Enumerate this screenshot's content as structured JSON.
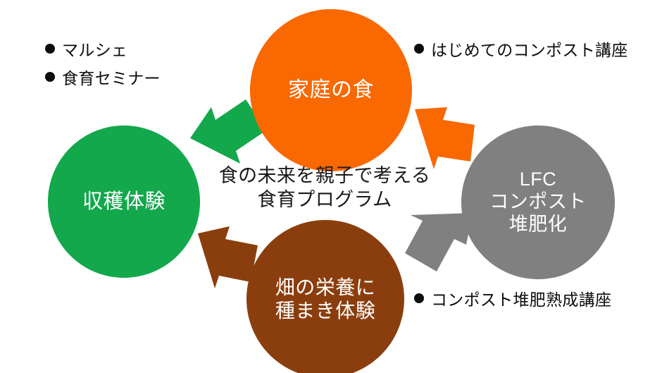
{
  "diagram": {
    "title_caption": {
      "lines": [
        "食の未来を親子で考える",
        "食育プログラム"
      ]
    },
    "colors": {
      "orange": "#FA6800",
      "green": "#12A84B",
      "gray": "#808080",
      "brown": "#8B3E0D",
      "text_dark": "#0d0d0d",
      "background": "#FFFFFF"
    },
    "nodes": [
      {
        "id": "home-food",
        "lines": [
          "家庭の食"
        ],
        "color": "#FA6800"
      },
      {
        "id": "lfc-compost",
        "lines": [
          "LFC",
          "コンポスト",
          "堆肥化"
        ],
        "color": "#808080"
      },
      {
        "id": "field-nutrition",
        "lines": [
          "畑の栄養に",
          "種まき体験"
        ],
        "color": "#8B3E0D"
      },
      {
        "id": "harvest-experience",
        "lines": [
          "収穫体験"
        ],
        "color": "#12A84B"
      }
    ],
    "arrows": [
      {
        "id": "arrow-home-to-compost",
        "color": "#FA6800",
        "direction": "down-right"
      },
      {
        "id": "arrow-compost-to-field",
        "color": "#808080",
        "direction": "down-left"
      },
      {
        "id": "arrow-field-to-harvest",
        "color": "#8B3E0D",
        "direction": "up-left"
      },
      {
        "id": "arrow-harvest-to-home",
        "color": "#12A84B",
        "direction": "up-right"
      }
    ],
    "notes": {
      "left": {
        "items": [
          "マルシェ",
          "食育セミナー"
        ]
      },
      "top_right": {
        "items": [
          "はじめてのコンポスト講座"
        ]
      },
      "bottom_right": {
        "items": [
          "コンポスト堆肥熟成講座"
        ]
      }
    }
  }
}
